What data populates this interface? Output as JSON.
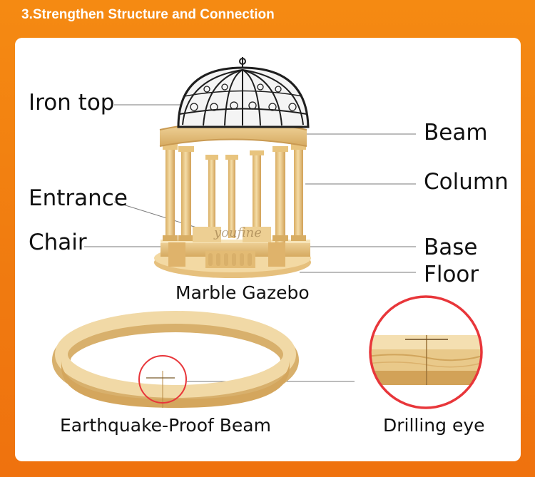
{
  "header": {
    "title": "3.Strengthen Structure and Connection"
  },
  "labels": {
    "iron_top": "Iron top",
    "entrance": "Entrance",
    "chair": "Chair",
    "beam": "Beam",
    "column": "Column",
    "base": "Base",
    "floor": "Floor",
    "marble_gazebo": "Marble Gazebo",
    "earthquake_beam": "Earthquake-Proof Beam",
    "drilling_eye": "Drilling eye"
  },
  "watermark": "youfine",
  "colors": {
    "background": "#f58a12",
    "marble": "#e9c98a",
    "ring": "#e8363a",
    "iron": "#1e1e1e"
  }
}
